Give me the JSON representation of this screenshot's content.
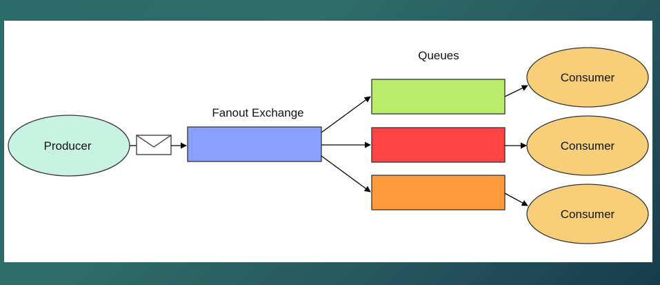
{
  "diagram": {
    "producer_label": "Producer",
    "exchange_title": "Fanout Exchange",
    "queues_title": "Queues",
    "queues": [
      {
        "color": "#b8ec6a"
      },
      {
        "color": "#ff4444"
      },
      {
        "color": "#ff9a3c"
      }
    ],
    "consumers": [
      {
        "label": "Consumer"
      },
      {
        "label": "Consumer"
      },
      {
        "label": "Consumer"
      }
    ],
    "colors": {
      "producer_fill": "#c8f3e3",
      "exchange_fill": "#8aa0ff",
      "consumer_fill": "#f8cf78"
    },
    "message_icon": "envelope-icon"
  }
}
